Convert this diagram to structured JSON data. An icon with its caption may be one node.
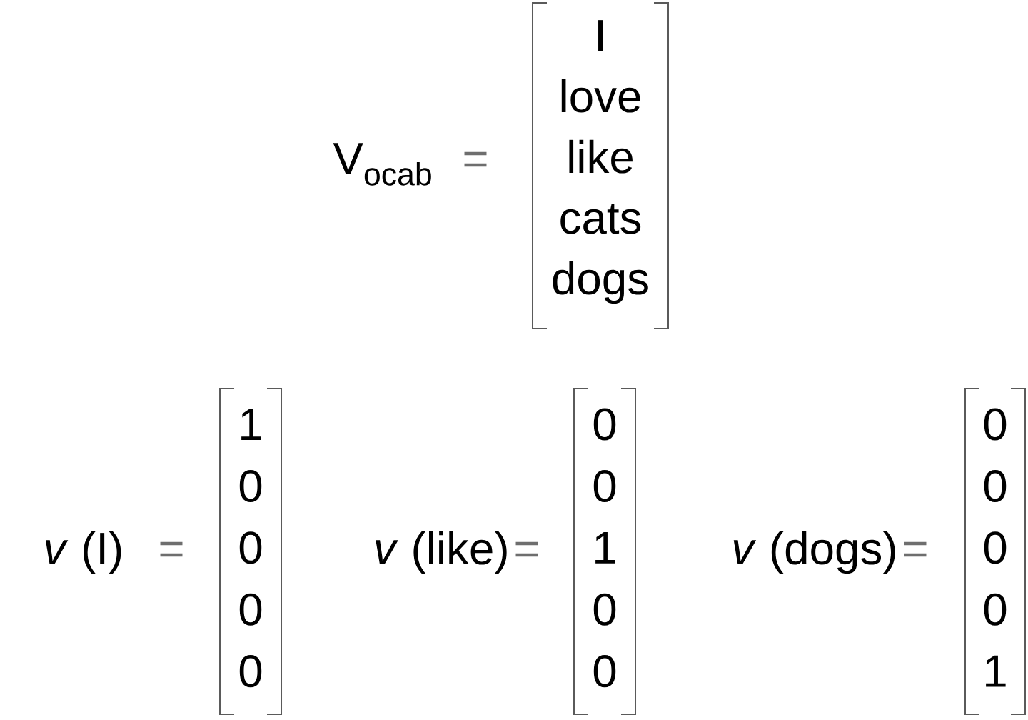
{
  "diagram": {
    "labels": [
      "V$_{ocab}$",
      "=",
      "I",
      "love",
      "like",
      "cats",
      "dogs",
      "*v* (I)",
      "=",
      "1",
      "0",
      "0",
      "0",
      "0",
      "*v* (like)",
      "=",
      "0",
      "0",
      "1",
      "0",
      "0",
      "*v* (dogs)",
      "=",
      "0",
      "0",
      "0",
      "0",
      "1"
    ]
  }
}
